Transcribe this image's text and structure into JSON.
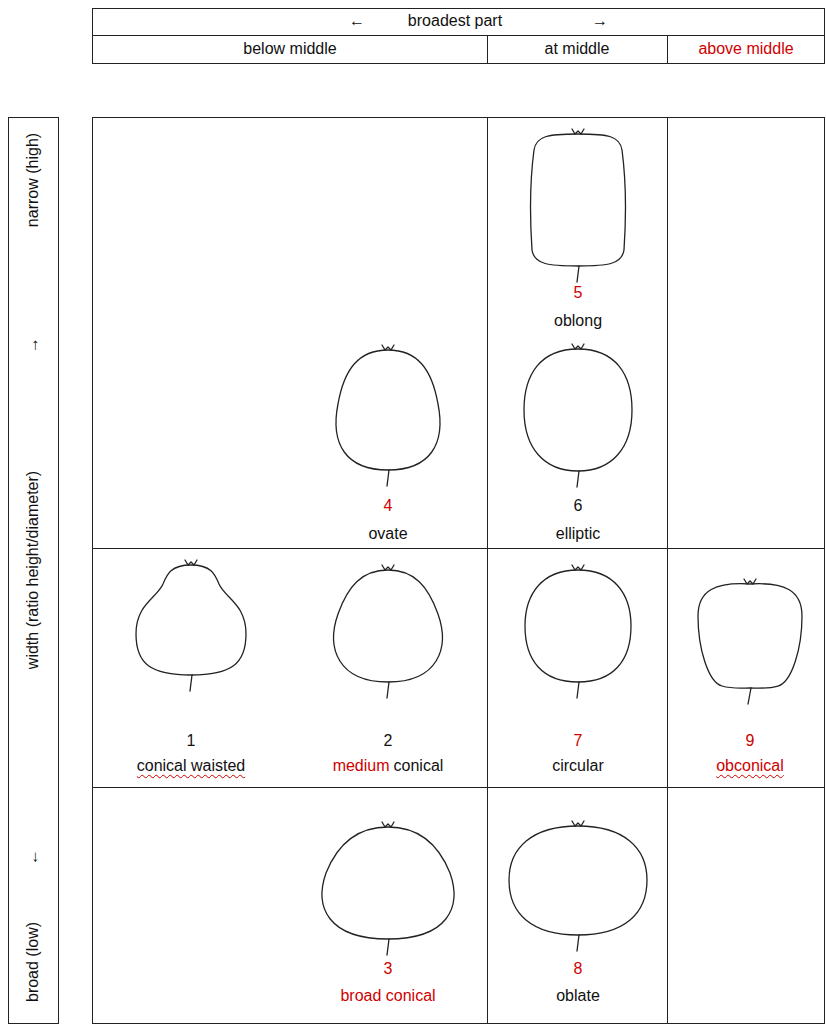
{
  "diagram": {
    "labels": [
      "←",
      "broadest part",
      "→",
      "below middle",
      "at middle",
      "above middle",
      "narrow (high)",
      "→",
      "width (ratio height/diameter)",
      "←",
      "broad (low)",
      "5",
      "oblong",
      "4",
      "ovate",
      "6",
      "elliptic",
      "1",
      "conical waisted",
      "2",
      "medium",
      "conical",
      "7",
      "circular",
      "9",
      "obconical",
      "3",
      "broad conical",
      "8",
      "oblate"
    ]
  }
}
